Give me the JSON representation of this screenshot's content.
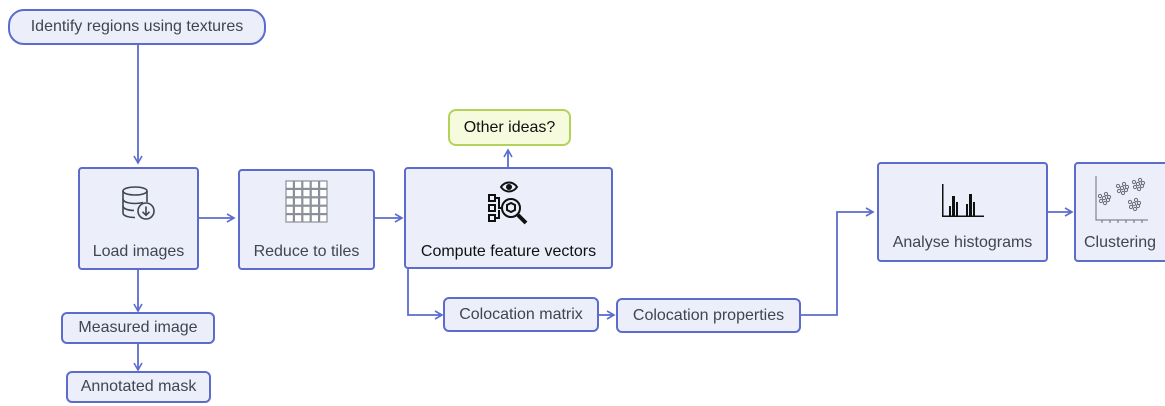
{
  "nodes": {
    "identify": "Identify regions using textures",
    "load_images": "Load images",
    "reduce_tiles": "Reduce to tiles",
    "compute_features": "Compute feature vectors",
    "other_ideas": "Other ideas?",
    "analyse_histograms": "Analyse histograms",
    "clustering": "Clustering",
    "measured_image": "Measured image",
    "annotated_mask": "Annotated mask",
    "colocation_matrix": "Colocation matrix",
    "colocation_properties": "Colocation properties"
  },
  "icons": {
    "load_images": "database-download-icon",
    "reduce_tiles": "grid-tiles-icon",
    "compute_features": "feature-inspection-icon",
    "analyse_histograms": "bar-chart-icon",
    "clustering": "scatter-plot-icon"
  },
  "colors": {
    "node_fill": "#eceef9",
    "node_border": "#5b6ccd",
    "edge": "#5b6ccd",
    "ideas_fill": "#f6fbdd",
    "ideas_border": "#b4d257"
  }
}
